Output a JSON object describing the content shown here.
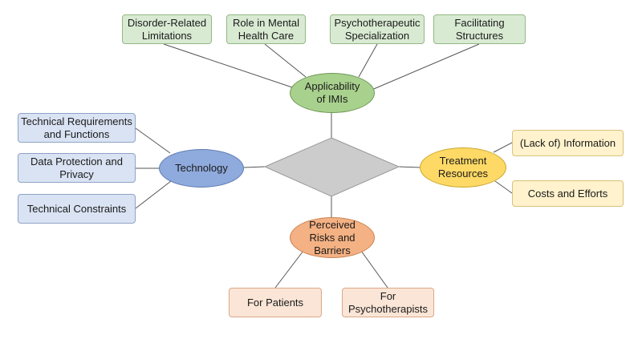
{
  "center": {
    "fill": "#cccccc",
    "stroke": "#999999"
  },
  "applicability": {
    "label": "Applicability\nof IMIs",
    "fill": "#a9d18e",
    "children": [
      "Disorder-Related\nLimitations",
      "Role in Mental\nHealth Care",
      "Psychotherapeutic\nSpecialization",
      "Facilitating\nStructures"
    ]
  },
  "technology": {
    "label": "Technology",
    "fill": "#8faadc",
    "children": [
      "Technical Requirements\nand Functions",
      "Data Protection and\nPrivacy",
      "Technical Constraints"
    ]
  },
  "treatment": {
    "label": "Treatment\nResources",
    "fill": "#ffd966",
    "children": [
      "(Lack of) Information",
      "Costs and Efforts"
    ]
  },
  "risks": {
    "label": "Perceived\nRisks and\nBarriers",
    "fill": "#f4b183",
    "children": [
      "For Patients",
      "For\nPsychotherapists"
    ]
  }
}
